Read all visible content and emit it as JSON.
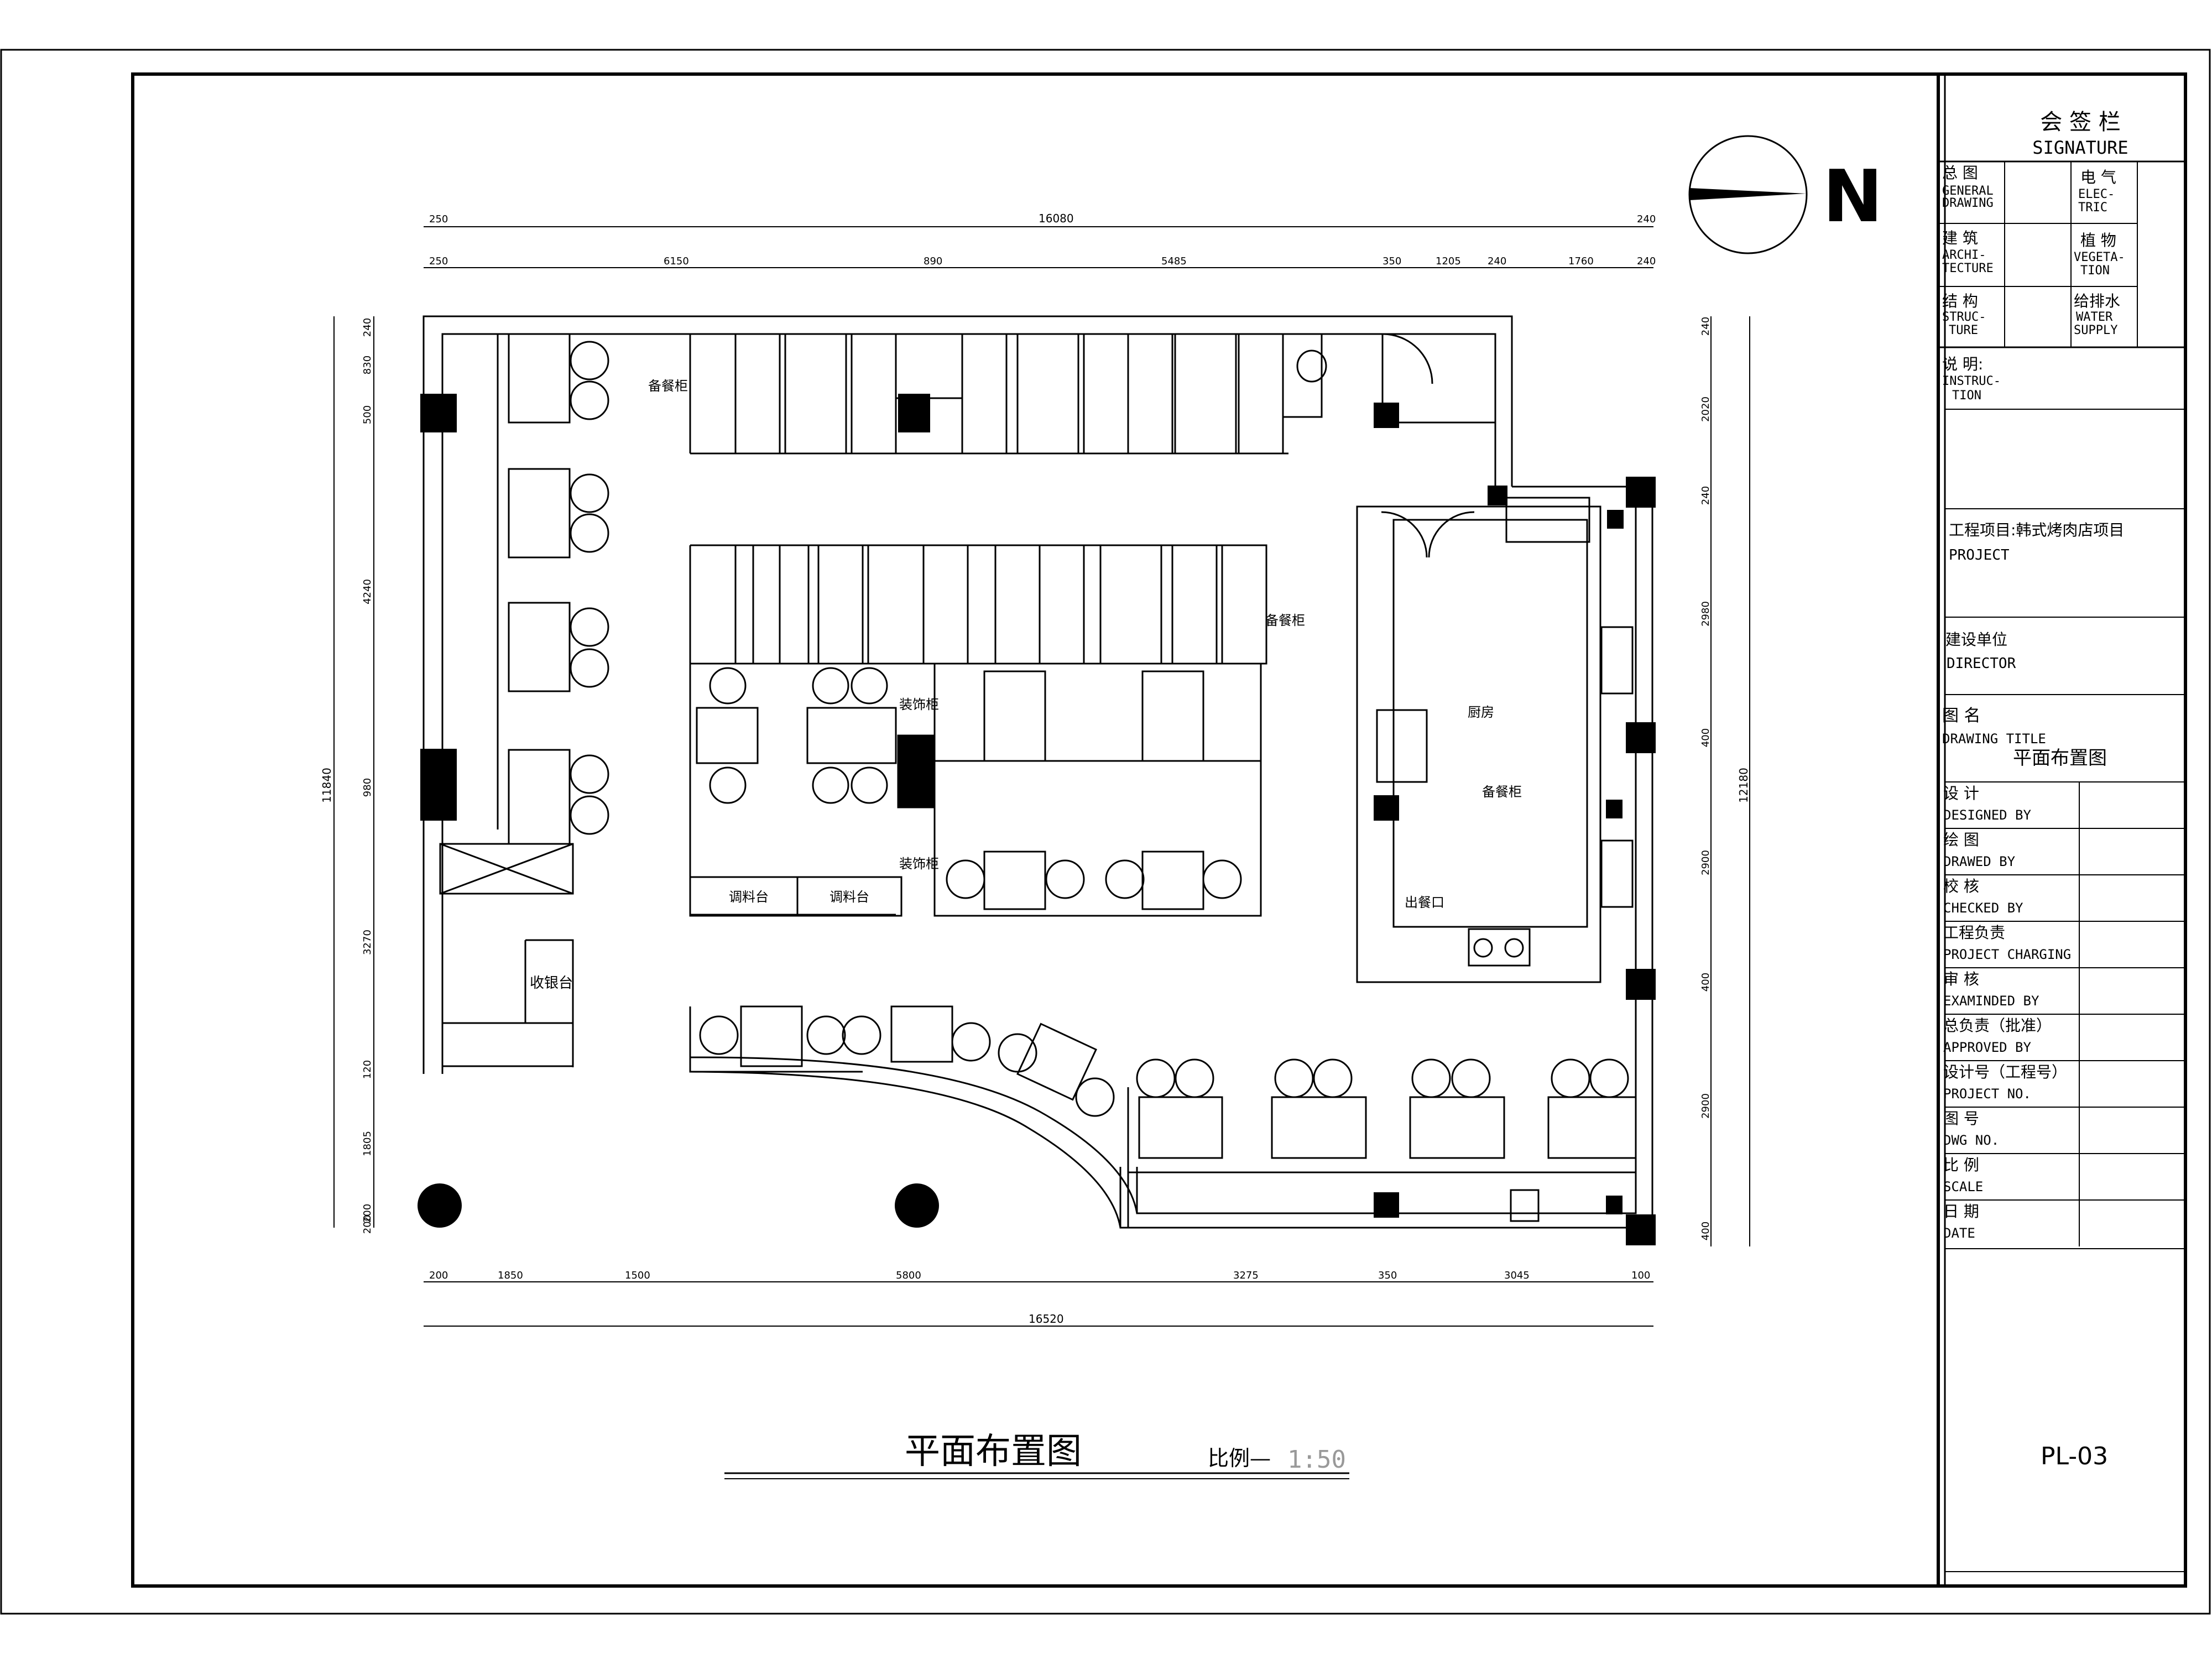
{
  "title_block": {
    "signature_title_cn": "会 签 栏",
    "signature_title_en": "SIGNATURE",
    "disciplines": [
      {
        "cn": "总 图",
        "en1": "GENERAL",
        "en2": "DRAWING"
      },
      {
        "cn": "电 气",
        "en1": "ELEC-",
        "en2": "TRIC"
      },
      {
        "cn": "建 筑",
        "en1": "ARCHI-",
        "en2": "TECTURE"
      },
      {
        "cn": "植 物",
        "en1": "VEGETA-",
        "en2": "TION"
      },
      {
        "cn": "结 构",
        "en1": "STRUC-",
        "en2": "TURE"
      },
      {
        "cn": "给排水",
        "en1": "WATER",
        "en2": "SUPPLY"
      }
    ],
    "instruction_cn": "说  明:",
    "instruction_en1": "INSTRUC-",
    "instruction_en2": "TION",
    "project_cn": "工程项目:韩式烤肉店项目",
    "project_en": "PROJECT",
    "director_cn": "建设单位",
    "director_en": "DIRECTOR",
    "drawing_title_cn": "图  名",
    "drawing_title_en": "DRAWING TITLE",
    "drawing_title_value": "平面布置图",
    "rows": [
      {
        "cn": "设  计",
        "en": "DESIGNED  BY"
      },
      {
        "cn": "绘  图",
        "en": "DRAWED  BY"
      },
      {
        "cn": "校  核",
        "en": "CHECKED  BY"
      },
      {
        "cn": "工程负责",
        "en": "PROJECT CHARGING"
      },
      {
        "cn": "审  核",
        "en": "EXAMINDED  BY"
      },
      {
        "cn": "总负责（批准）",
        "en": "APPROVED  BY"
      },
      {
        "cn": "设计号（工程号）",
        "en": "PROJECT NO."
      },
      {
        "cn": "图  号",
        "en": "DWG NO."
      },
      {
        "cn": "比  例",
        "en": "SCALE"
      },
      {
        "cn": "日  期",
        "en": "DATE"
      }
    ],
    "sheet_number": "PL-03"
  },
  "north": {
    "label": "N"
  },
  "plan": {
    "title": "平面布置图",
    "scale_label": "比例—",
    "scale_value": "1:50",
    "room_labels": {
      "prep_cabinet_top": "备餐柜",
      "prep_cabinet_mid": "备餐柜",
      "prep_cabinet_kitchen": "备餐柜",
      "kitchen": "厨房",
      "decor_cabinet_1": "装饰柜",
      "decor_cabinet_2": "装饰柜",
      "seasoning_1": "调料台",
      "seasoning_2": "调料台",
      "cashier": "收银台",
      "serving_window": "出餐口"
    },
    "dims_top_total": [
      "250",
      "16080",
      "240"
    ],
    "dims_top_sub": [
      "250",
      "6150",
      "890",
      "5485",
      "350",
      "1205",
      "240",
      "1760",
      "240"
    ],
    "dims_bottom_sub": [
      "200",
      "1850",
      "1500",
      "5800",
      "3275",
      "350",
      "3045",
      "100"
    ],
    "dims_bottom_total": "16520",
    "dims_left_total": "11840",
    "dims_left_sub": [
      "240",
      "830",
      "500",
      "4240",
      "980",
      "3270",
      "120",
      "1805",
      "200",
      "200"
    ],
    "dims_right_total": "12180",
    "dims_right_sub": [
      "240",
      "2020",
      "240",
      "2980",
      "400",
      "2900",
      "400",
      "2900",
      "400"
    ]
  }
}
